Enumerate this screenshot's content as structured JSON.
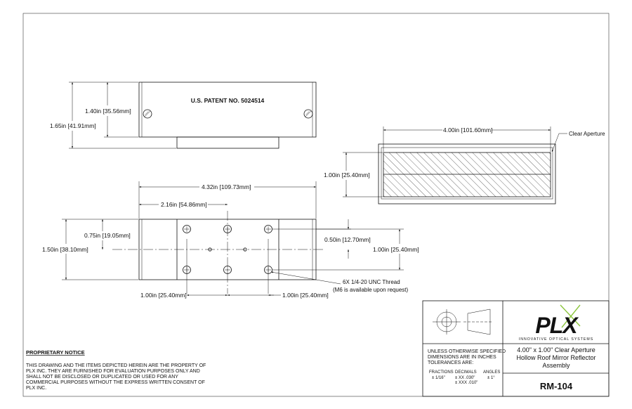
{
  "dimensions": {
    "side_height_inner": "1.40in",
    "side_height_inner_mm": "35.56mm",
    "side_height_outer": "1.65in",
    "side_height_outer_mm": "41.91mm",
    "aperture_length": "4.00in",
    "aperture_length_mm": "101.60mm",
    "aperture_height": "1.00in",
    "aperture_height_mm": "25.40mm",
    "overall_length": "4.32in",
    "overall_length_mm": "109.73mm",
    "half_length": "2.16in",
    "half_length_mm": "54.86mm",
    "base_height": "1.50in",
    "base_height_mm": "38.10mm",
    "hole_row_offset": "0.75in",
    "hole_row_offset_mm": "19.05mm",
    "center_offset": "0.50in",
    "center_offset_mm": "12.70mm",
    "hole_row_spacing": "1.00in",
    "hole_row_spacing_mm": "25.40mm",
    "hole_spacing_left": "1.00in",
    "hole_spacing_left_mm": "25.40mm",
    "hole_spacing_right": "1.00in",
    "hole_spacing_right_mm": "25.40mm"
  },
  "labels": {
    "patent": "U.S. PATENT NO. 5024514",
    "clear_aperture": "Clear Aperture",
    "thread_line1": "6X 1/4-20 UNC  Thread",
    "thread_line2": "(M6 is available upon request)"
  },
  "notice": {
    "title": "PROPRIETARY NOTICE",
    "lines": [
      "THIS DRAWING AND THE ITEMS DEPICTED HEREIN ARE THE PROPERTY OF",
      "PLX INC. THEY ARE FURNISHED FOR EVALUATION PURPOSES ONLY AND",
      "SHALL NOT BE DISCLOSED OR DUPLICATED OR USED FOR ANY",
      "COMMERCIAL PURPOSES WITHOUT THE EXPRESS WRITTEN CONSENT OF",
      "PLX INC."
    ]
  },
  "title_block": {
    "logo_text": "PLX",
    "logo_tagline": "INNOVATIVE OPTICAL SYSTEMS",
    "tolerance_lines": [
      "UNLESS OTHERWISE SPECIFIED",
      "DIMENSIONS ARE IN INCHES",
      "TOLERANCES ARE:"
    ],
    "fractions_label": "FRACTIONS",
    "fractions_value": "± 1/16\"",
    "decimals_label": "DECIMALS",
    "decimals_xx": "± XX  .030\"",
    "decimals_xxx": "± XXX .010\"",
    "angles_label": "ANGLES",
    "angles_value": "± 1°",
    "description": [
      "4.00\" x 1.00\" Clear Aperture",
      "Hollow Roof Mirror Reflector",
      "Assembly"
    ],
    "part_number": "RM-104"
  },
  "colors": {
    "line": "#111111",
    "logo_green": "#8dc63f"
  }
}
